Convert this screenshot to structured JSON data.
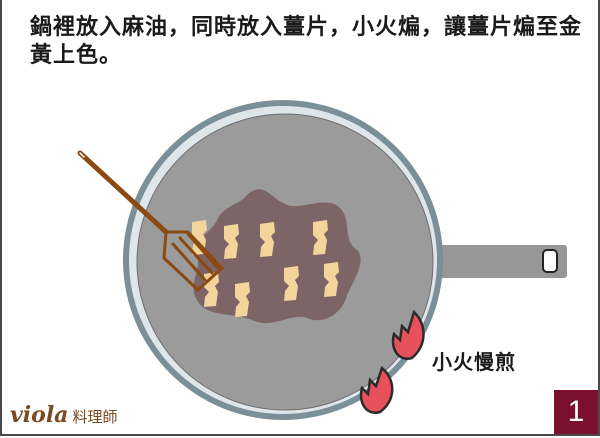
{
  "instruction": {
    "text": "鍋裡放入麻油，同時放入薑片，小火煸，讓薑片煸至金黃上色。"
  },
  "annotation": {
    "heat_label": "小火慢煎"
  },
  "branding": {
    "name": "viola",
    "subtitle": "料理師"
  },
  "step": {
    "number": "1"
  },
  "colors": {
    "pan_rim": "#7b8f99",
    "pan_inner": "#9b9b9b",
    "oil": "#7a5e62",
    "ginger": "#f3d59c",
    "spatula": "#8a4a12",
    "flame": "#e8505b",
    "step_badge": "#7a0f2e",
    "brand": "#7a4a22"
  }
}
